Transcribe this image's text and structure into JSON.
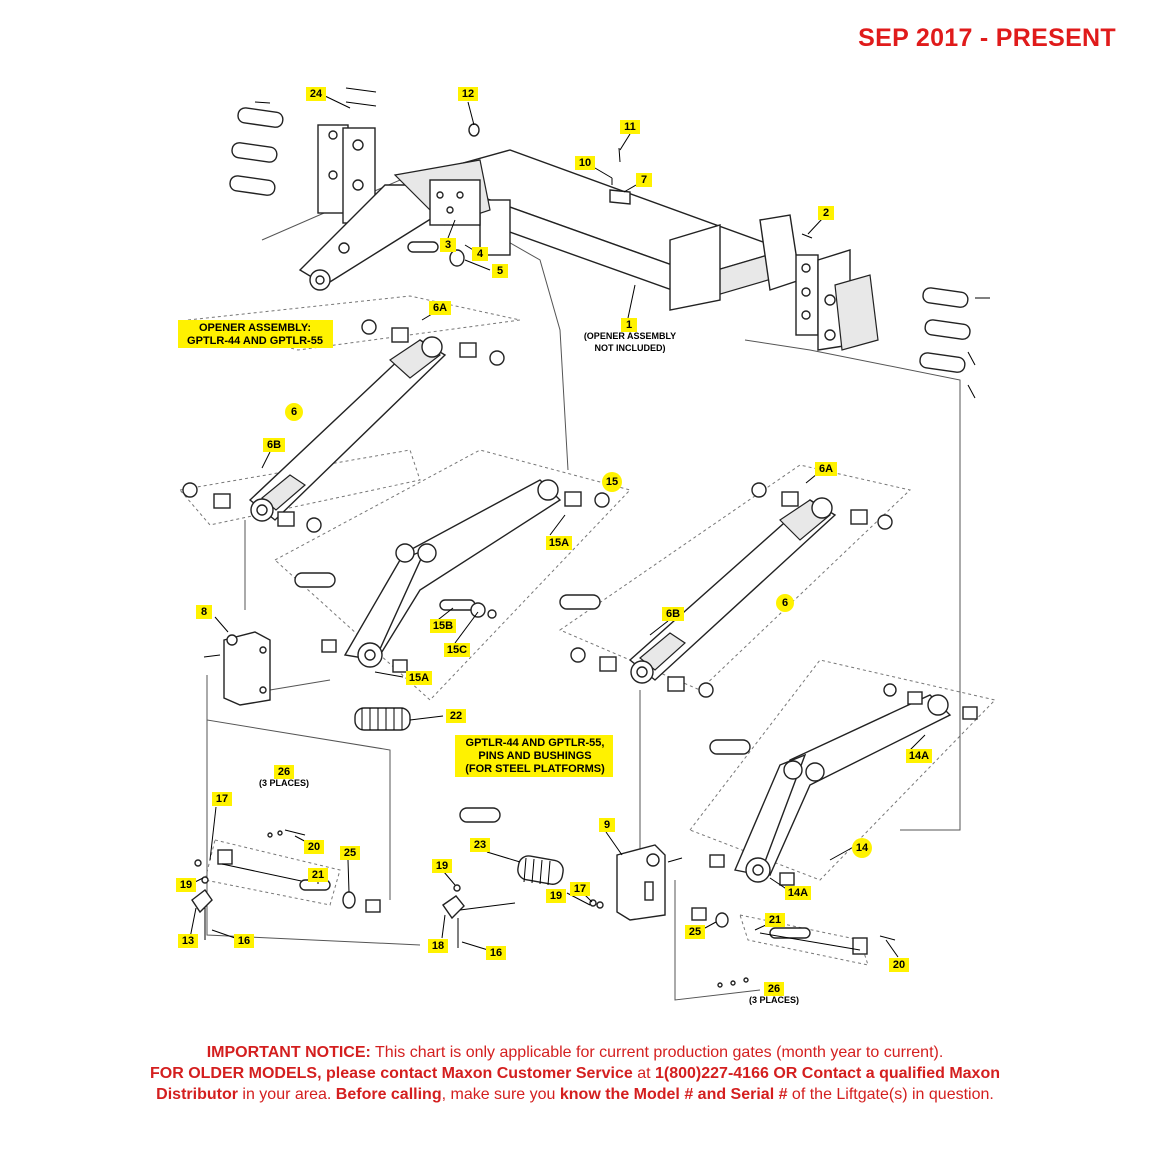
{
  "header": {
    "date_range": "SEP 2017 - PRESENT"
  },
  "callouts": [
    {
      "id": "c24",
      "text": "24"
    },
    {
      "id": "c12",
      "text": "12"
    },
    {
      "id": "c11",
      "text": "11"
    },
    {
      "id": "c10",
      "text": "10"
    },
    {
      "id": "c7",
      "text": "7"
    },
    {
      "id": "c2",
      "text": "2"
    },
    {
      "id": "c3",
      "text": "3"
    },
    {
      "id": "c4",
      "text": "4"
    },
    {
      "id": "c5",
      "text": "5"
    },
    {
      "id": "c1",
      "text": "1"
    },
    {
      "id": "c6a_l",
      "text": "6A"
    },
    {
      "id": "c6_l",
      "text": "6"
    },
    {
      "id": "c6b_l",
      "text": "6B"
    },
    {
      "id": "c15",
      "text": "15"
    },
    {
      "id": "c15a_t",
      "text": "15A"
    },
    {
      "id": "c6a_r",
      "text": "6A"
    },
    {
      "id": "c6_r",
      "text": "6"
    },
    {
      "id": "c6b_r",
      "text": "6B"
    },
    {
      "id": "c8",
      "text": "8"
    },
    {
      "id": "c15b",
      "text": "15B"
    },
    {
      "id": "c15c",
      "text": "15C"
    },
    {
      "id": "c15a_b",
      "text": "15A"
    },
    {
      "id": "c22",
      "text": "22"
    },
    {
      "id": "c14a_t",
      "text": "14A"
    },
    {
      "id": "c26_l",
      "text": "26"
    },
    {
      "id": "c17_l",
      "text": "17"
    },
    {
      "id": "c20_l",
      "text": "20"
    },
    {
      "id": "c21_l",
      "text": "21"
    },
    {
      "id": "c25_l",
      "text": "25"
    },
    {
      "id": "c19_l",
      "text": "19"
    },
    {
      "id": "c13",
      "text": "13"
    },
    {
      "id": "c16_l",
      "text": "16"
    },
    {
      "id": "c9",
      "text": "9"
    },
    {
      "id": "c23",
      "text": "23"
    },
    {
      "id": "c14",
      "text": "14"
    },
    {
      "id": "c14a_b",
      "text": "14A"
    },
    {
      "id": "c19_r",
      "text": "19"
    },
    {
      "id": "c17_r",
      "text": "17"
    },
    {
      "id": "c18",
      "text": "18"
    },
    {
      "id": "c16_r",
      "text": "16"
    },
    {
      "id": "c25_r",
      "text": "25"
    },
    {
      "id": "c21_r",
      "text": "21"
    },
    {
      "id": "c20_r",
      "text": "20"
    },
    {
      "id": "c26_r",
      "text": "26"
    }
  ],
  "labels": {
    "opener_line1": "OPENER ASSEMBLY:",
    "opener_line2": "GPTLR-44 AND GPTLR-55",
    "frame_note_line1": "(OPENER ASSEMBLY",
    "frame_note_line2": "NOT INCLUDED)",
    "pins_line1": "GPTLR-44 AND GPTLR-55,",
    "pins_line2": "PINS AND BUSHINGS",
    "pins_line3": "(FOR STEEL  PLATFORMS)",
    "places_left": "(3 PLACES)",
    "places_right": "(3 PLACES)"
  },
  "notice": {
    "important_label": "IMPORTANT NOTICE:",
    "important_text": " This chart is only applicable for current production gates (month year to current).",
    "older_label": "FOR OLDER MODELS, please contact Maxon Customer Service",
    "at_text": " at ",
    "phone_text": "1(800)227-4166 OR Contact a qualified Maxon",
    "distributor_label": "Distributor",
    "area_text": " in your area. ",
    "before_label": "Before calling",
    "make_sure_text": ", make sure you ",
    "know_label": "know the Model # and Serial #",
    "end_text": " of the Liftgate(s) in question."
  },
  "colors": {
    "notice_red": "#d41f1f",
    "highlight": "#fff200",
    "header_red": "#e01b1b"
  }
}
